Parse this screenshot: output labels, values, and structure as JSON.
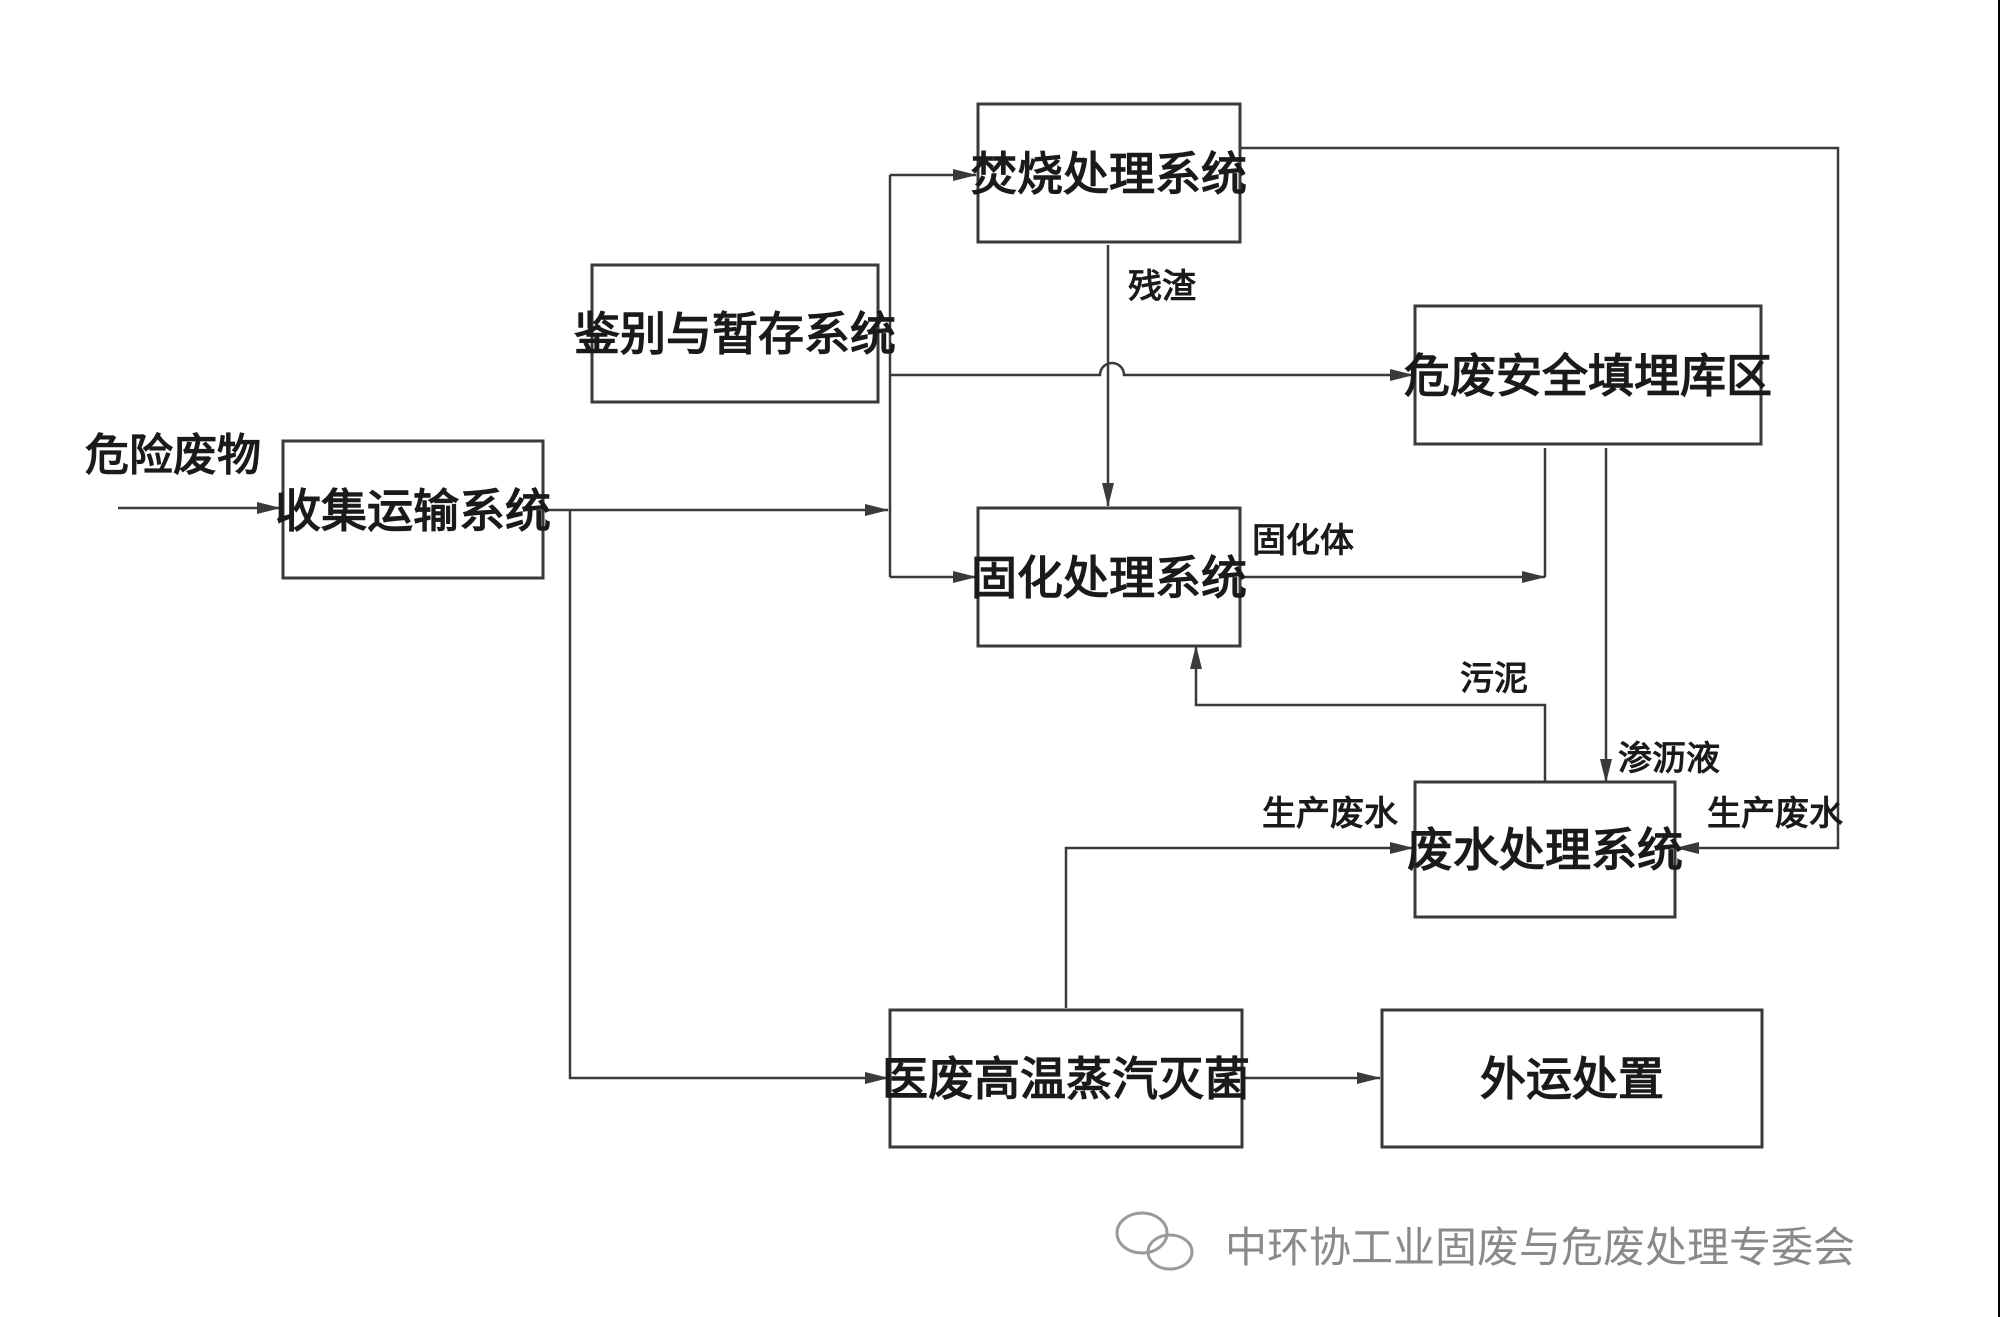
{
  "input": {
    "label": "危险废物"
  },
  "nodes": {
    "collect": {
      "label": "收集运输系统"
    },
    "identify": {
      "label": "鉴别与暂存系统"
    },
    "incinerate": {
      "label": "焚烧处理系统"
    },
    "solidify": {
      "label": "固化处理系统"
    },
    "landfill": {
      "label": "危废安全填埋库区"
    },
    "wastewater": {
      "label": "废水处理系统"
    },
    "steam": {
      "label": "医废高温蒸汽灭菌"
    },
    "external": {
      "label": "外运处置"
    }
  },
  "edge_labels": {
    "residue": "残渣",
    "solid_body": "固化体",
    "sludge": "污泥",
    "leachate": "渗沥液",
    "prod_water_l": "生产废水",
    "prod_water_r": "生产废水"
  },
  "watermark": {
    "text": "中环协工业固废与危废处理专委会"
  },
  "colors": {
    "line": "#3a3a3a",
    "text": "#1a1a1a",
    "watermark": "#8a8a8a"
  }
}
